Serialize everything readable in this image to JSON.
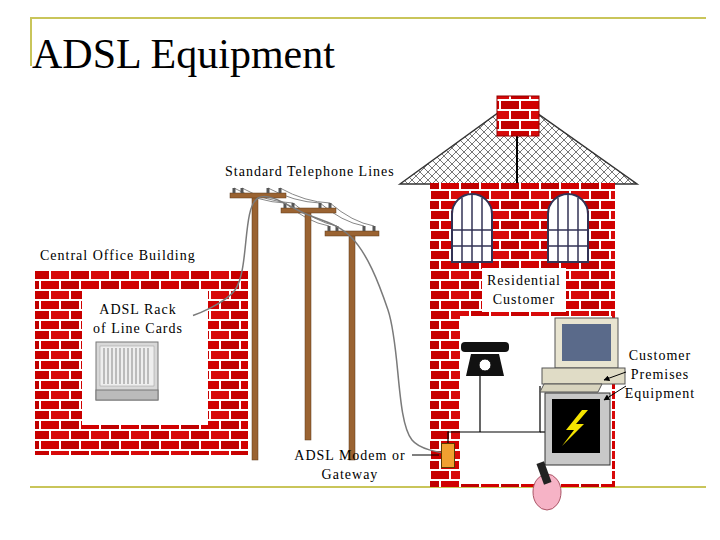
{
  "diagram": {
    "title": "ADSL Equipment",
    "nodes": [
      {
        "text": [
          "Central Office Building"
        ]
      },
      {
        "text": [
          "ADSL Rack of Line Cards"
        ],
        "in": 0
      },
      {
        "text": [
          "Residential Customer"
        ]
      },
      {
        "text": [
          "ADSL Modem or Gateway"
        ],
        "in": 2
      }
    ],
    "edges": [
      {
        "from": 1,
        "to": 3,
        "arrow": "none"
      }
    ],
    "labels": [
      "Standard Telephone Lines",
      "Customer Premises Equipment"
    ]
  }
}
